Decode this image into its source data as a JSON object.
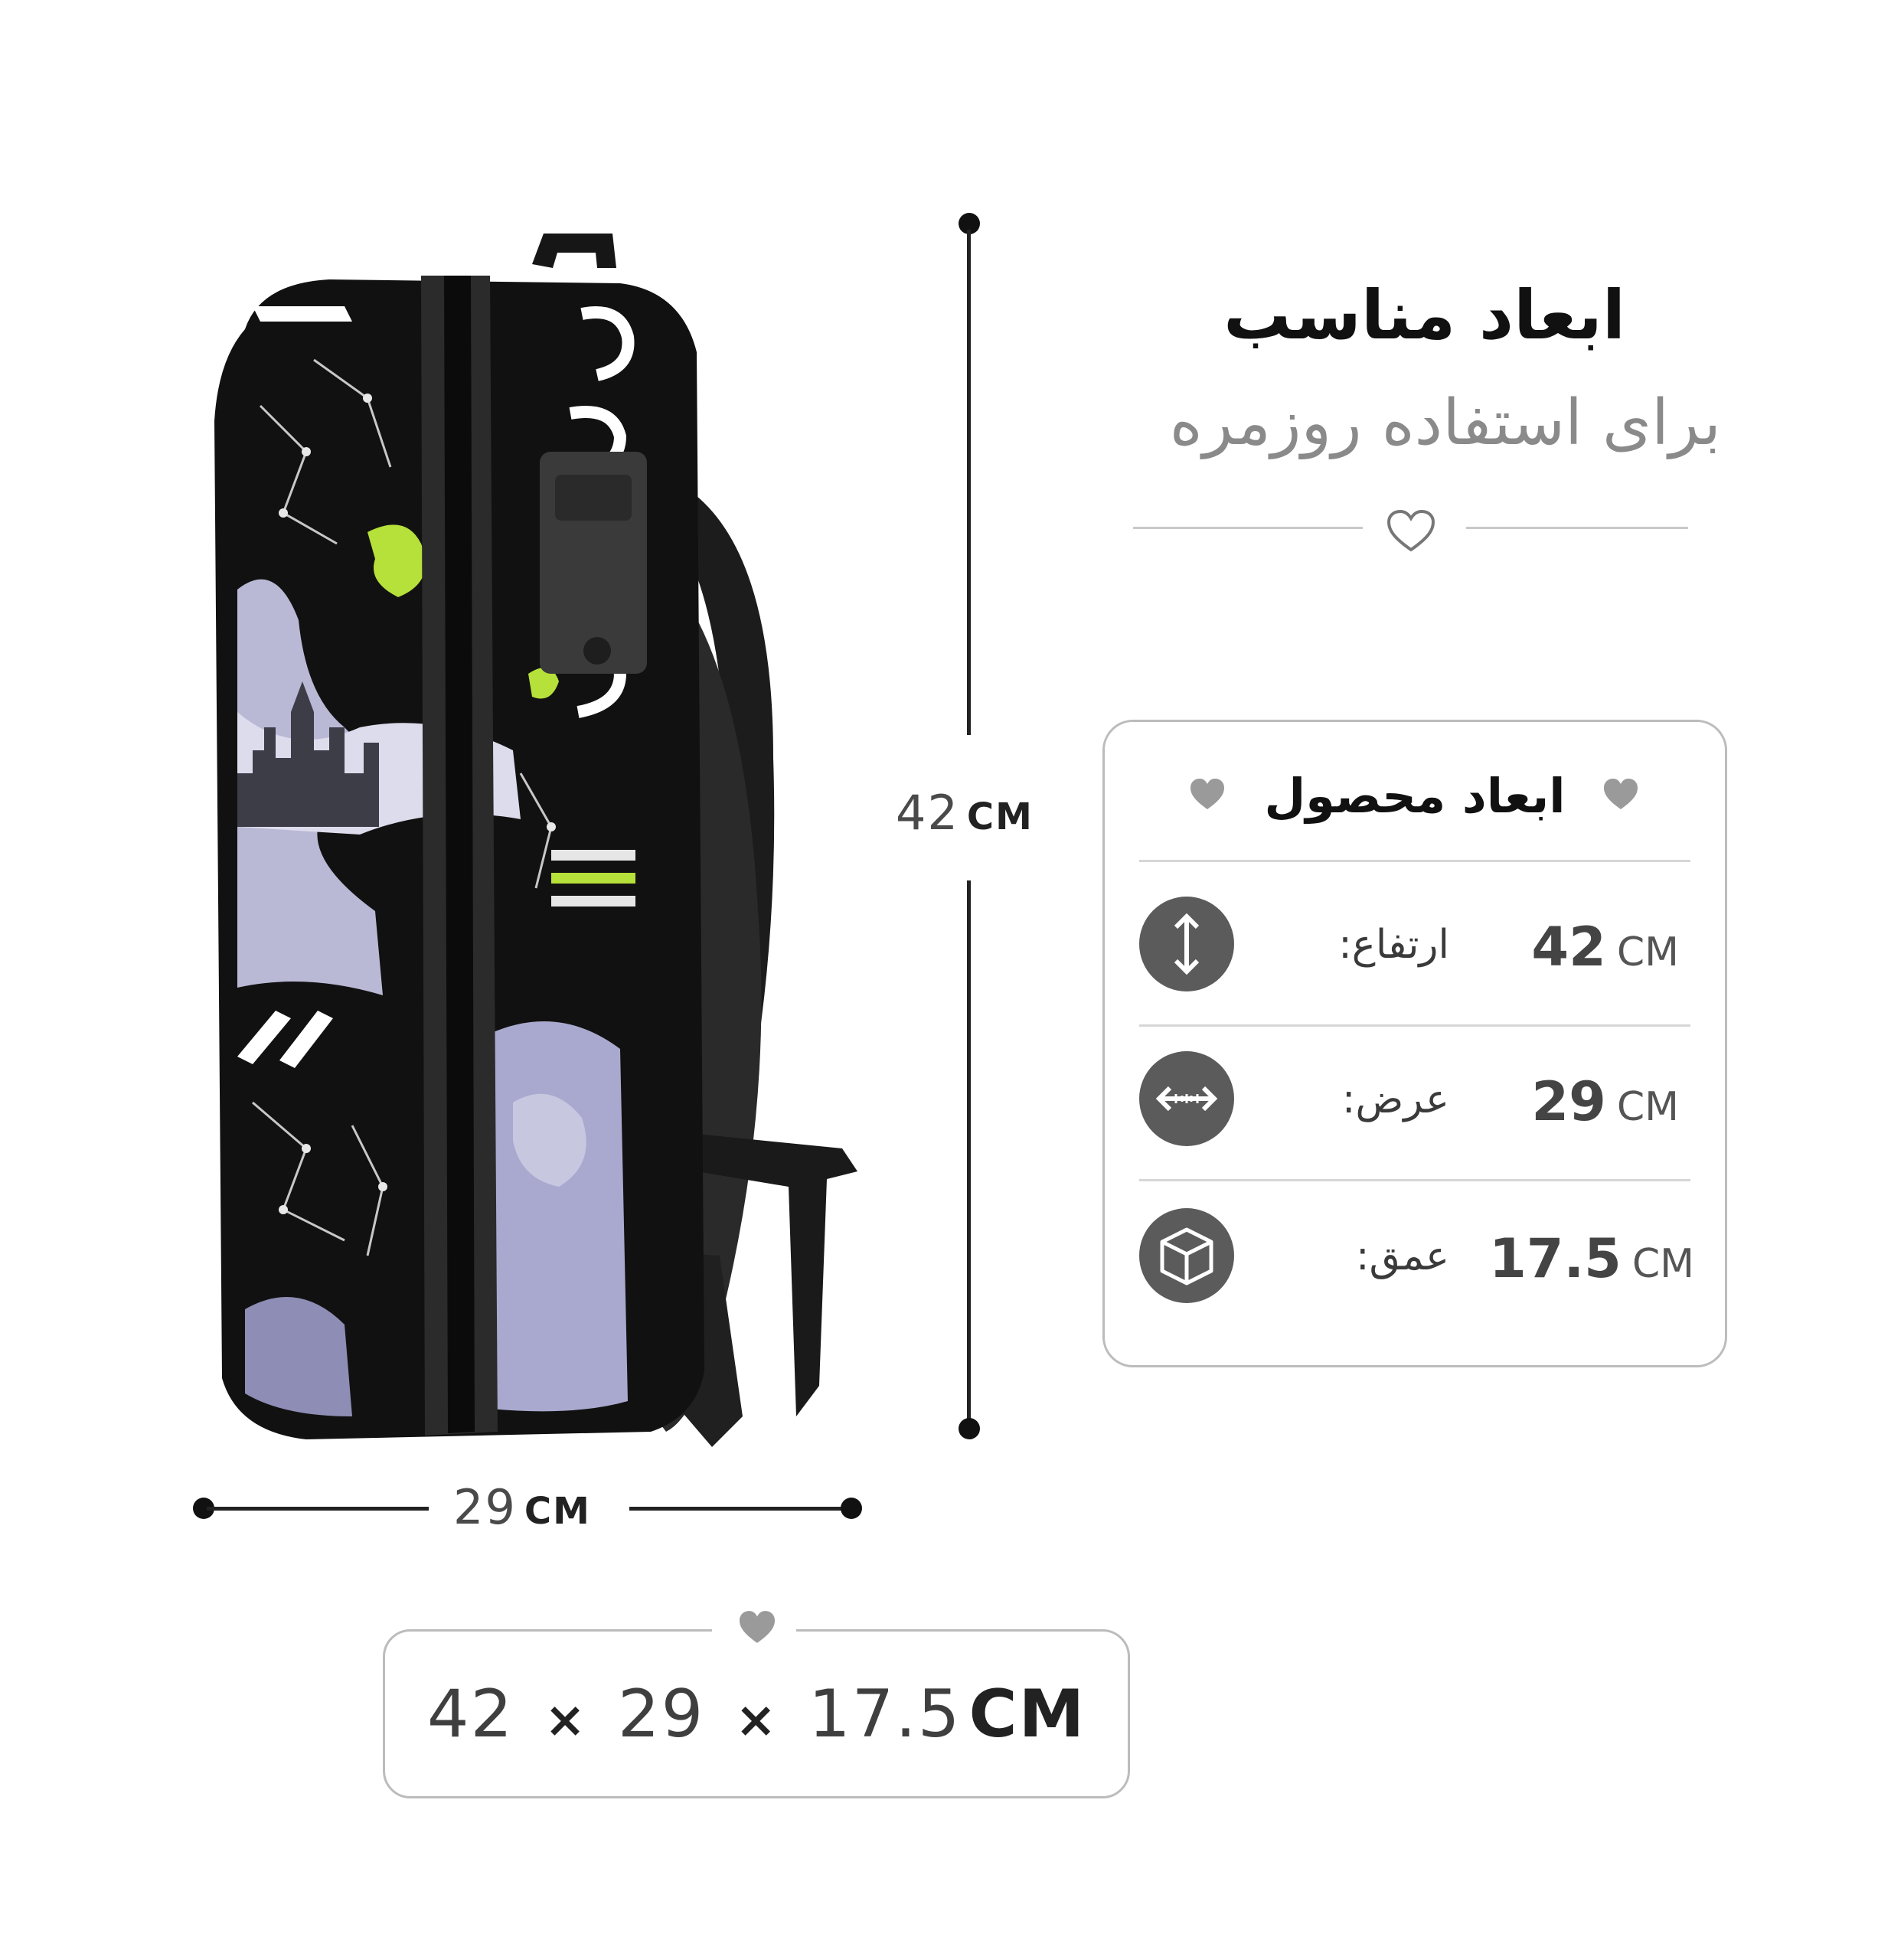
{
  "headline": {
    "title": "ابعاد مناسب",
    "subtitle": "برای استفاده روزمره"
  },
  "guides": {
    "height_value": "42",
    "width_value": "29",
    "unit": "CM"
  },
  "spec_card": {
    "title": "ابعاد محصول",
    "rows": [
      {
        "label": "ارتفاع:",
        "value": "42",
        "unit": "CM",
        "icon": "vertical-arrows-icon"
      },
      {
        "label": "عرض:",
        "value": "29",
        "unit": "CM",
        "icon": "horizontal-arrows-icon"
      },
      {
        "label": "عمق:",
        "value": "17.5",
        "unit": "CM",
        "icon": "box-icon"
      }
    ]
  },
  "summary": {
    "height": "42",
    "width": "29",
    "depth": "17.5",
    "separator": "×",
    "unit": "CM"
  },
  "colors": {
    "bag_body": "#111111",
    "accent_green": "#b6e03a",
    "accent_lavender": "#a9a9cf",
    "icon_circle": "#5b5b5b",
    "heart": "#9a9a9a"
  }
}
